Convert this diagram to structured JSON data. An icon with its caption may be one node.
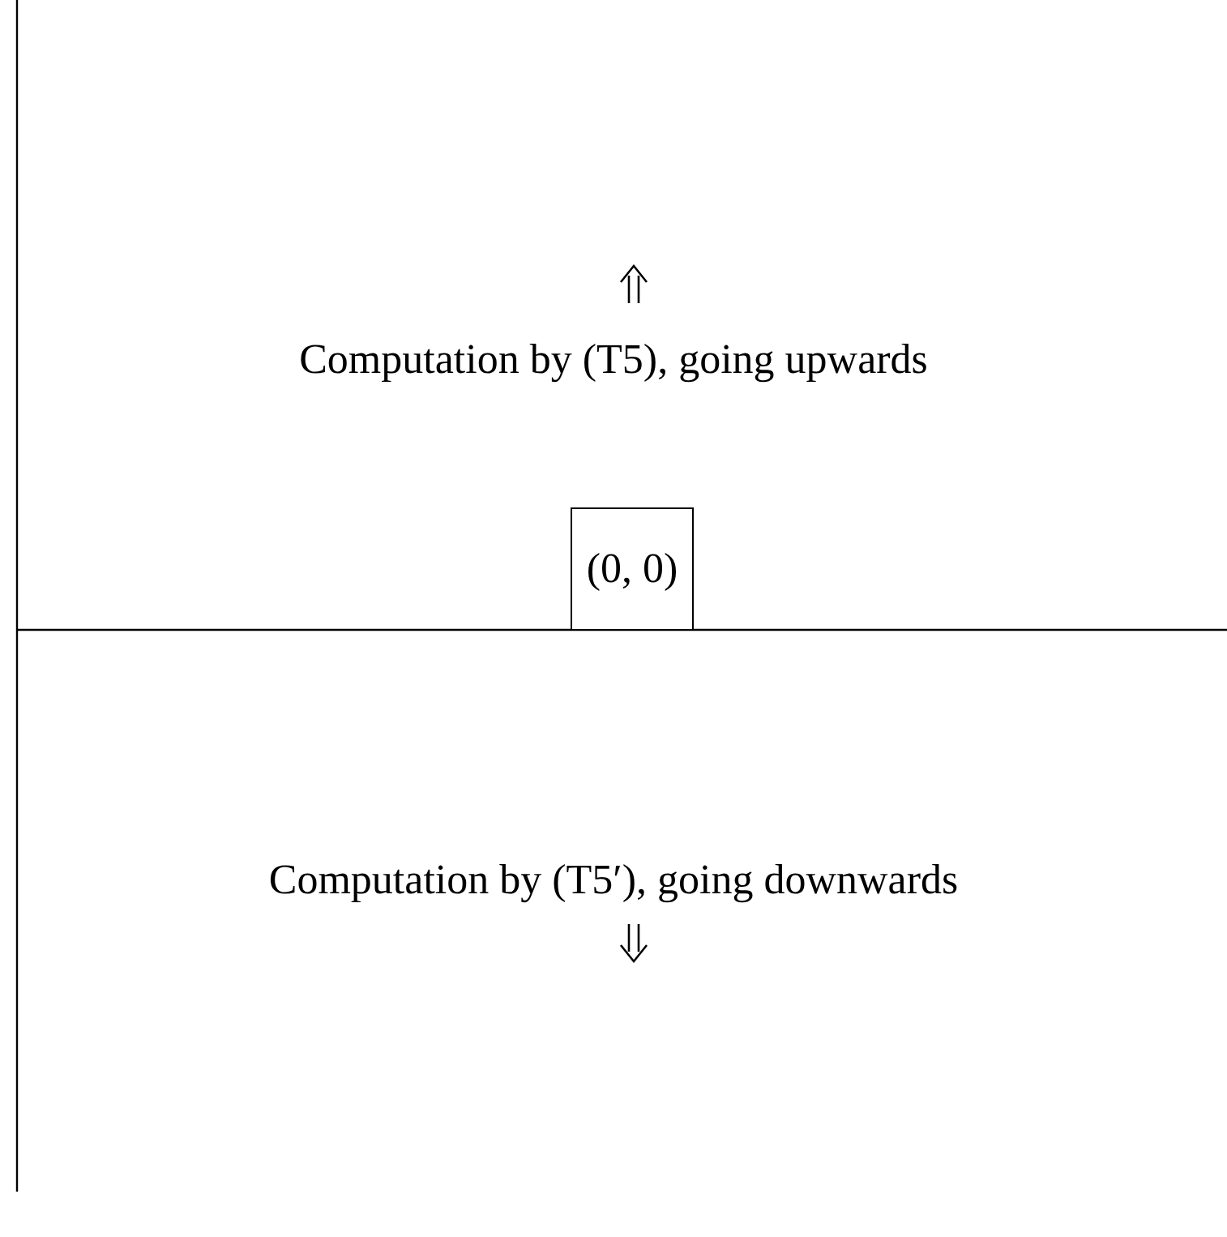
{
  "diagram": {
    "nodes": [
      {
        "text": [
          "(0, 0)"
        ]
      }
    ],
    "labels": [
      "Computation by (T5), going upwards",
      "Computation by (T5′), going downwards"
    ]
  }
}
